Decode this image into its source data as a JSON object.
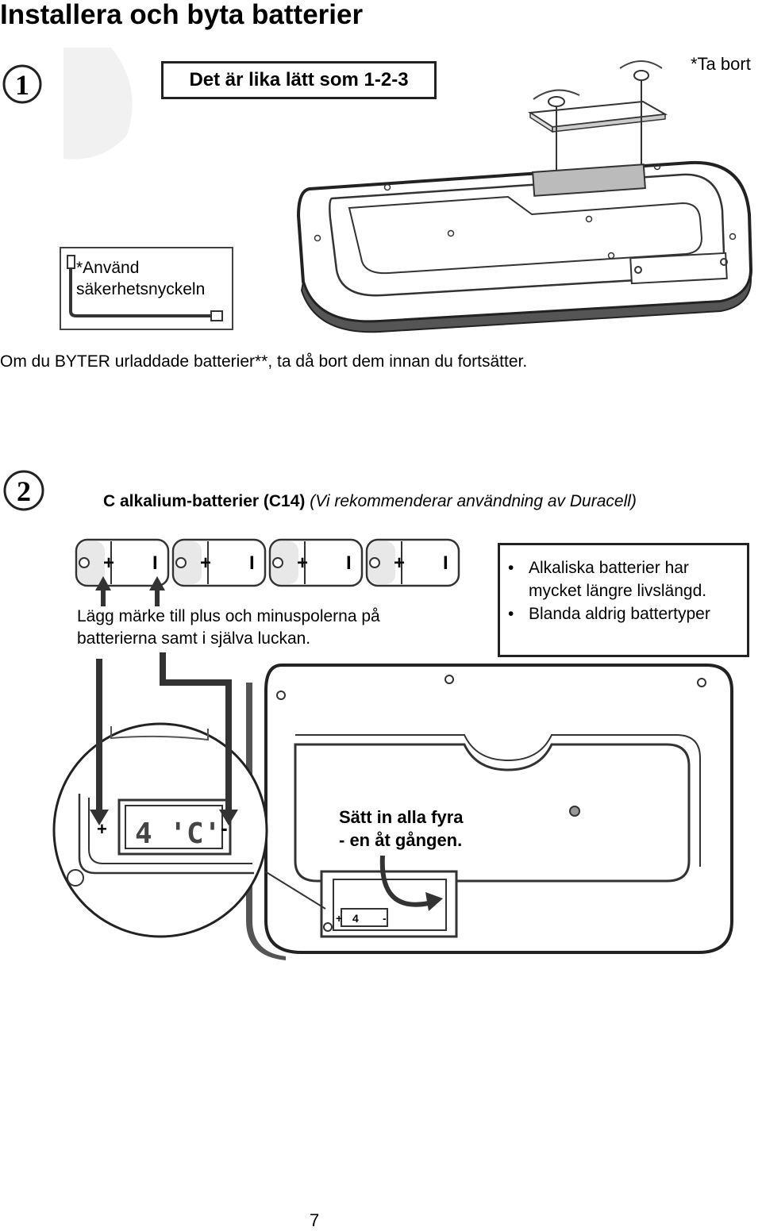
{
  "title": "Installera och byta batterier",
  "step1": {
    "number": "1",
    "tagline": "Det är lika lätt som 1-2-3",
    "remove_note": "*Ta bort",
    "key_label_line1": "*Använd",
    "key_label_line2": "säkerhetsnyckeln",
    "replace_note": "Om du BYTER urladdade batterier**, ta då bort dem innan du fortsätter."
  },
  "step2": {
    "number": "2",
    "battery_type_bold": "C alkalium-batterier (C14)",
    "battery_type_italic": "(Vi rekommenderar användning av Duracell)",
    "battery_plus": "+",
    "battery_minus": "I",
    "mark_note_line1": "Lägg märke till plus och minuspolerna på",
    "mark_note_line2": "batterierna samt i själva luckan.",
    "tips": [
      {
        "bullet": "•",
        "line1": "Alkaliska batterier har",
        "line2": "mycket längre livslängd."
      },
      {
        "bullet": "•",
        "line1": "Blanda aldrig battertyper",
        "line2": ""
      }
    ],
    "compartment_plus": "+",
    "compartment_minus": "-",
    "compartment_label": "4 'C'",
    "compartment_small_label": "4",
    "insert_note_line1": "Sätt in alla fyra",
    "insert_note_line2": "- en åt gången."
  },
  "page_number": "7"
}
